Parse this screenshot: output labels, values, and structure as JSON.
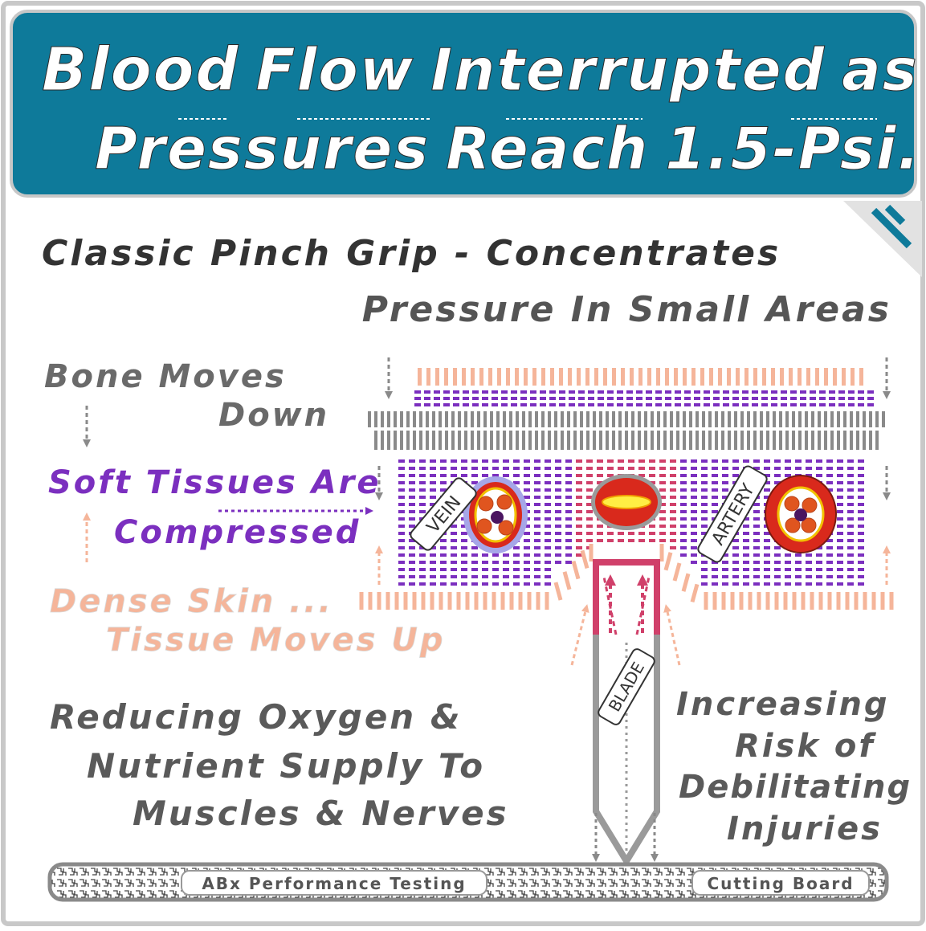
{
  "header": {
    "line1": [
      "Blood",
      "Flow",
      "Interrupted",
      "as"
    ],
    "line2": [
      "Pressures",
      "Reach",
      "1.5-Psi."
    ]
  },
  "subtitle": {
    "line1": "Classic Pinch Grip - Concentrates",
    "line2": "Pressure In Small Areas"
  },
  "left_labels": {
    "bone_line1": "Bone Moves",
    "bone_line2": "Down",
    "tissue_line1": "Soft Tissues Are",
    "tissue_line2": "Compressed",
    "skin_line1": "Dense Skin ...",
    "skin_line2": "Tissue Moves Up"
  },
  "diagram_labels": {
    "vein": "VEIN",
    "artery": "ARTERY",
    "blade": "BLADE"
  },
  "bottom_left": {
    "line1": "Reducing Oxygen &",
    "line2": "Nutrient Supply To",
    "line3": "Muscles & Nerves"
  },
  "bottom_right": {
    "line1": "Increasing",
    "line2": "Risk of",
    "line3": "Debilitating",
    "line4": "Injuries"
  },
  "footer": {
    "left_label": "ABx Performance Testing",
    "right_label": "Cutting Board"
  },
  "colors": {
    "header_bg": "#0e7a9a",
    "purple": "#7b2fbf",
    "skin": "#f5b59a",
    "bone": "#8a8a8a",
    "blade_red": "#d0406a",
    "text_gray": "#5a5a5a"
  }
}
